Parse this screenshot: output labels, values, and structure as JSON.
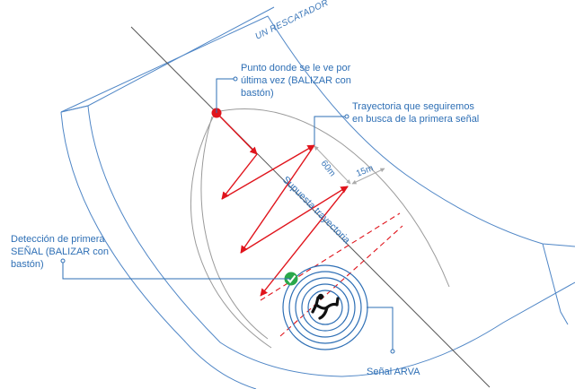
{
  "labels": {
    "rescuer": "UN RESCATADOR",
    "last_seen": [
      "Punto donde se le ve por",
      "última vez (BALIZAR con",
      "bastón)"
    ],
    "path": [
      "Trayectoria que seguiremos",
      "en busca de la primera señal"
    ],
    "first_signal": [
      "Detección de primera",
      "SEÑAL (BALIZAR con",
      "bastón)"
    ],
    "supposed": "Supuesta trayectoria",
    "arva": "Señal ARVA",
    "width": "60m",
    "spacing": "15m"
  },
  "colors": {
    "outline": "#4f86c6",
    "callout": "#2e6fb5",
    "search_path": "#e0141c",
    "trajectory": "#555555",
    "contour": "#9a9a9a",
    "check": "#2aa84a"
  },
  "icons": {
    "victim": "buried-person-icon",
    "detection": "checkmark-icon",
    "last_seen": "red-dot-marker"
  }
}
